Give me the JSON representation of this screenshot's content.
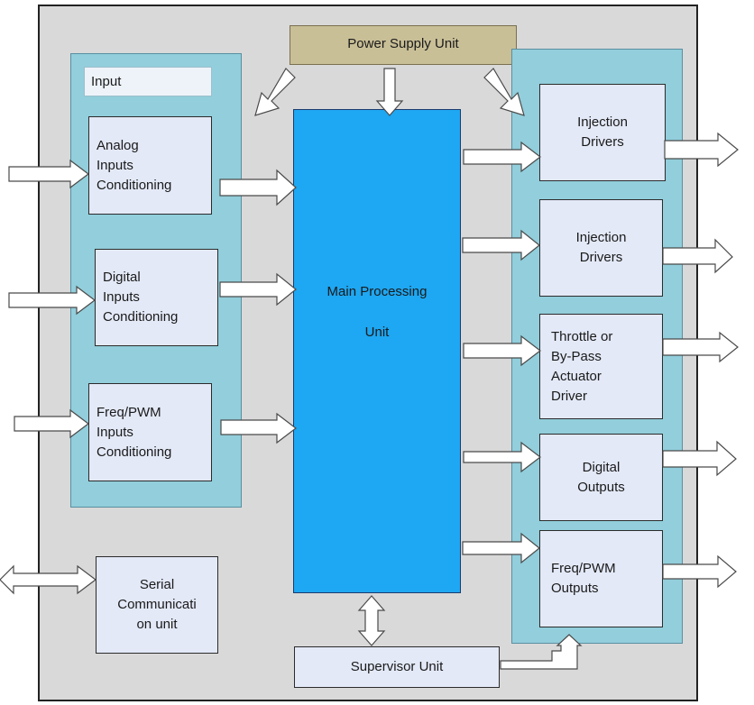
{
  "power_supply": "Power Supply Unit",
  "input_group": {
    "label": "Input",
    "analog": "Analog\nInputs\nConditioning",
    "digital": "Digital\nInputs\nConditioning",
    "freq": "Freq/PWM\nInputs\nConditioning"
  },
  "main_processing": {
    "line1": "Main Processing",
    "line2": "Unit"
  },
  "outputs": {
    "injection_1": "Injection\nDrivers",
    "injection_2": "Injection\nDrivers",
    "throttle": "Throttle or\nBy-Pass\nActuator\nDriver",
    "digital": "Digital\nOutputs",
    "freq": "Freq/PWM\nOutputs"
  },
  "serial": "Serial\nCommunicati\non unit",
  "supervisor": "Supervisor Unit"
}
